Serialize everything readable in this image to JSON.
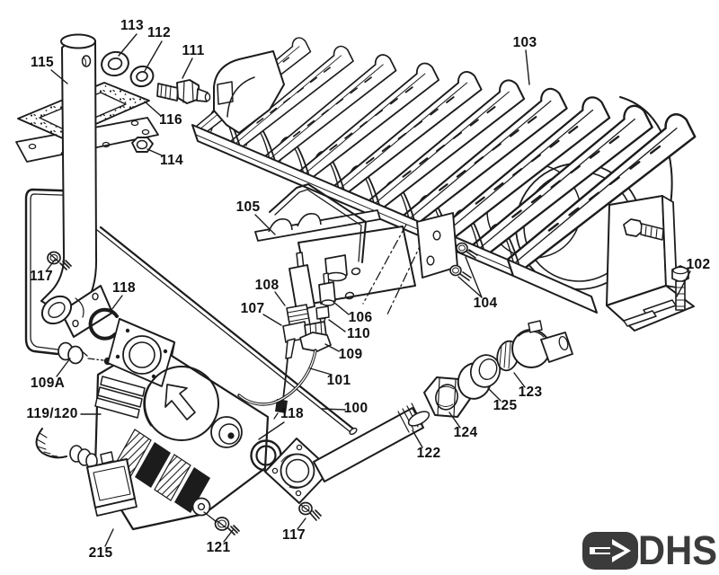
{
  "colors": {
    "ink": "#1c1c1c",
    "paper": "#ffffff",
    "logo": "#3b3b3b"
  },
  "diagram": {
    "type": "exploded-parts-diagram",
    "part_numbers": [
      "100",
      "101",
      "102",
      "103",
      "104",
      "105",
      "106",
      "107",
      "108",
      "109",
      "109A",
      "110",
      "111",
      "112",
      "113",
      "114",
      "115",
      "116",
      "117",
      "118",
      "119/120",
      "121",
      "122",
      "123",
      "124",
      "125",
      "215"
    ]
  },
  "labels": [
    {
      "text": "113"
    },
    {
      "text": "112"
    },
    {
      "text": "111"
    },
    {
      "text": "115"
    },
    {
      "text": "116"
    },
    {
      "text": "114"
    },
    {
      "text": "103"
    },
    {
      "text": "105"
    },
    {
      "text": "117"
    },
    {
      "text": "118"
    },
    {
      "text": "108"
    },
    {
      "text": "107"
    },
    {
      "text": "106"
    },
    {
      "text": "110"
    },
    {
      "text": "109"
    },
    {
      "text": "104"
    },
    {
      "text": "102"
    },
    {
      "text": "109A"
    },
    {
      "text": "101"
    },
    {
      "text": "119/120"
    },
    {
      "text": "100"
    },
    {
      "text": "118"
    },
    {
      "text": "123"
    },
    {
      "text": "125"
    },
    {
      "text": "124"
    },
    {
      "text": "122"
    },
    {
      "text": "121"
    },
    {
      "text": "117"
    },
    {
      "text": "215"
    }
  ],
  "logo": {
    "text": "DHS",
    "icon": "arrow-right-icon"
  }
}
